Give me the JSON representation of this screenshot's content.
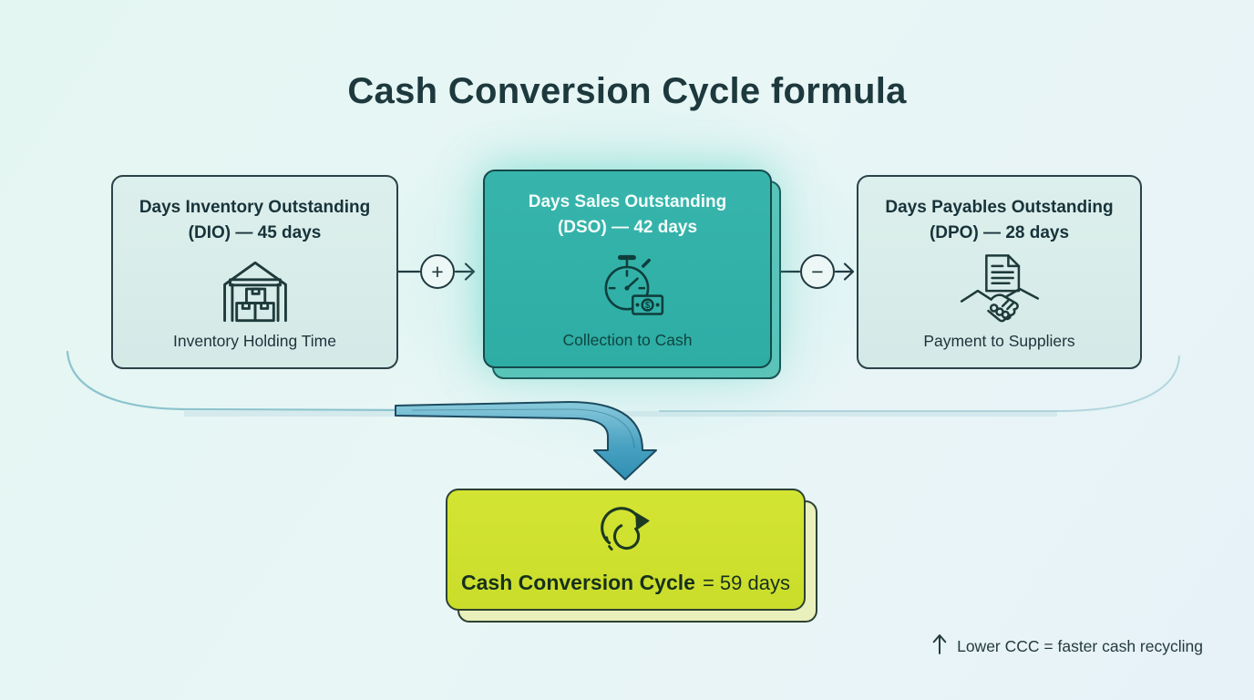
{
  "title": "Cash Conversion Cycle formula",
  "boxes": [
    {
      "line1": "Days Inventory Outstanding",
      "line2": "(DIO) — 45 days",
      "caption": "Inventory Holding Time",
      "icon": "warehouse-icon",
      "variant": "light"
    },
    {
      "line1": "Days Sales Outstanding",
      "line2": "(DSO) — 42 days",
      "caption": "Collection to Cash",
      "icon": "stopwatch-cash-icon",
      "variant": "teal"
    },
    {
      "line1": "Days Payables Outstanding",
      "line2": "(DPO) — 28 days",
      "caption": "Payment to Suppliers",
      "icon": "handshake-document-icon",
      "variant": "light"
    }
  ],
  "operators": {
    "plus": "+",
    "minus": "−"
  },
  "result": {
    "title": "Cash Conversion Cycle",
    "value": "= 59 days",
    "icon": "cycle-refresh-icon"
  },
  "note": {
    "icon": "up-arrow-icon",
    "text": "Lower CCC = faster cash recycling"
  },
  "colors": {
    "background_start": "#e4f6f2",
    "background_end": "#e7f2f8",
    "card_light_bg": "#d8ecea",
    "card_teal_bg": "#32b1a8",
    "card_border_dark": "#2c4249",
    "result_yellow_bg": "#cfe030",
    "flow_arrow_fill": "#3f9cbc",
    "text_dark": "#1d393d",
    "text_on_teal": "#f4fcfa"
  }
}
